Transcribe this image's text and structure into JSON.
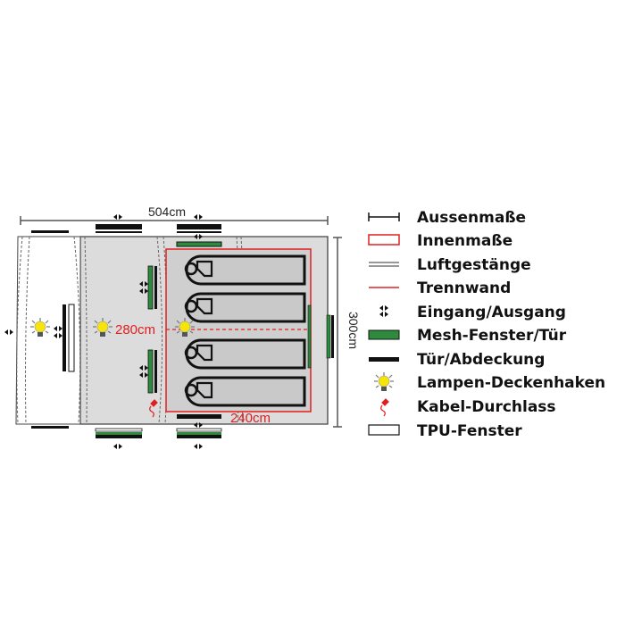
{
  "dimensions": {
    "length": "504cm",
    "width": "300cm",
    "inner_length": "280cm",
    "inner_width": "240cm"
  },
  "legend": [
    {
      "icon": "dimension-line-icon",
      "label": "Aussenmaße"
    },
    {
      "icon": "red-rectangle-icon",
      "label": "Innenmaße"
    },
    {
      "icon": "double-line-icon",
      "label": "Luftgestänge"
    },
    {
      "icon": "red-line-icon",
      "label": "Trennwand"
    },
    {
      "icon": "arrows-icon",
      "label": "Eingang/Ausgang"
    },
    {
      "icon": "green-bar-icon",
      "label": "Mesh-Fenster/Tür"
    },
    {
      "icon": "black-bar-icon",
      "label": "Tür/Abdeckung"
    },
    {
      "icon": "lamp-icon",
      "label": "Lampen-Deckenhaken"
    },
    {
      "icon": "cable-icon",
      "label": "Kabel-Durchlass"
    },
    {
      "icon": "white-rectangle-icon",
      "label": "TPU-Fenster"
    }
  ],
  "colors": {
    "red": "#e02020",
    "green": "#2e8b3e",
    "grey": "#d9d9d9",
    "lamp": "#f5e50a"
  }
}
